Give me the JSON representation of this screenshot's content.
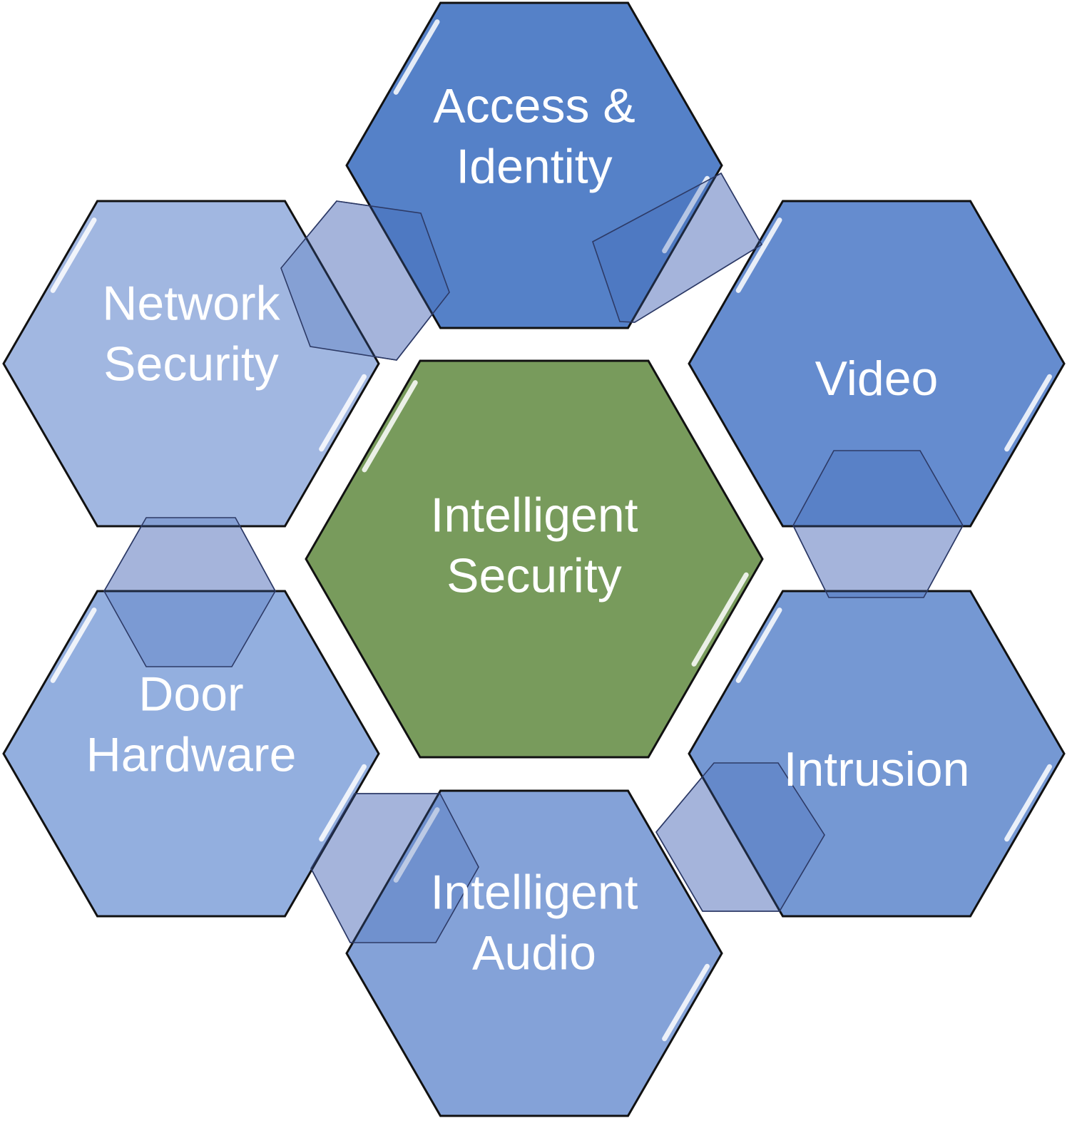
{
  "diagram": {
    "center": {
      "lines": [
        "Intelligent",
        "Security"
      ],
      "color": "#789b5c"
    },
    "nodes": [
      {
        "id": "access-identity",
        "lines": [
          "Access &",
          "Identity"
        ],
        "color": "#5581c8"
      },
      {
        "id": "video",
        "lines": [
          "Video"
        ],
        "color": "#658ccf"
      },
      {
        "id": "intrusion",
        "lines": [
          "Intrusion"
        ],
        "color": "#7598d3"
      },
      {
        "id": "intelligent-audio",
        "lines": [
          "Intelligent",
          "Audio"
        ],
        "color": "#84a2d8"
      },
      {
        "id": "door-hardware",
        "lines": [
          "Door",
          "Hardware"
        ],
        "color": "#93afdf"
      },
      {
        "id": "network-security",
        "lines": [
          "Network",
          "Security"
        ],
        "color": "#a1b7e1"
      }
    ],
    "connector_color": "#cdd3ea",
    "outline_color": "#111111"
  }
}
